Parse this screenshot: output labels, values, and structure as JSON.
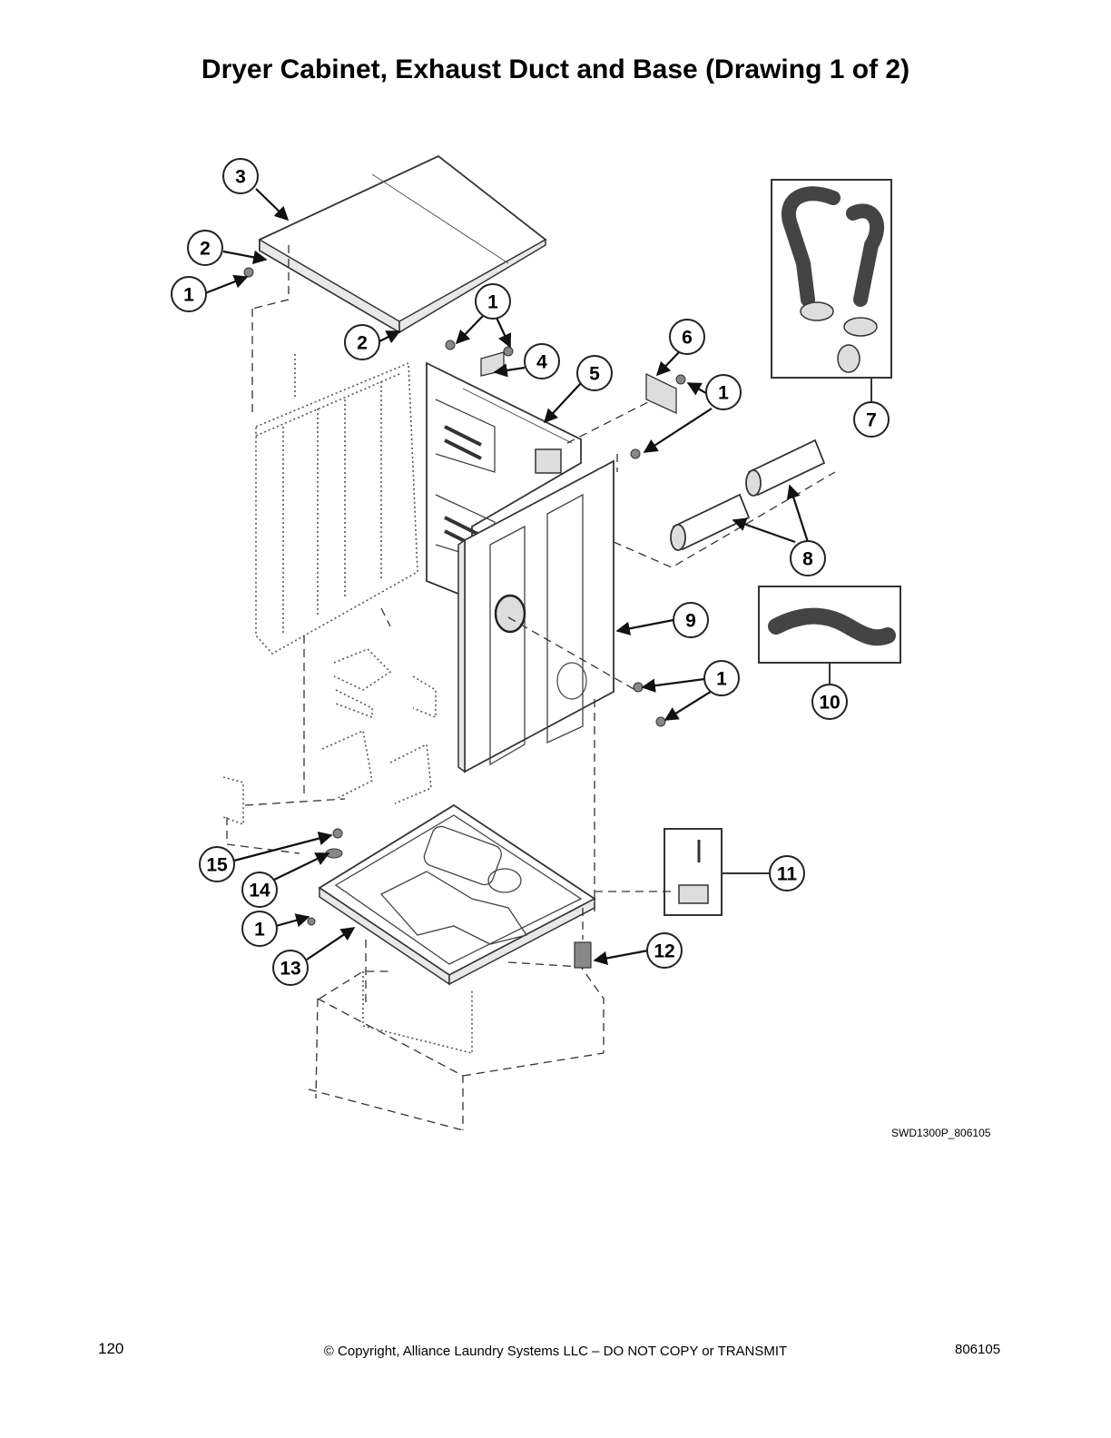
{
  "title": "Dryer Cabinet, Exhaust Duct and Base (Drawing 1 of 2)",
  "drawing_id": "SWD1300P_806105",
  "footer": {
    "page_number": "120",
    "copyright": "© Copyright, Alliance Laundry Systems LLC – DO NOT COPY or TRANSMIT",
    "document_number": "806105"
  },
  "callouts": {
    "c3": "3",
    "c2a": "2",
    "c1a": "1",
    "c2b": "2",
    "c1b": "1",
    "c4": "4",
    "c5": "5",
    "c6": "6",
    "c1c": "1",
    "c7": "7",
    "c8": "8",
    "c9": "9",
    "c1d": "1",
    "c10": "10",
    "c15": "15",
    "c14": "14",
    "c1e": "1",
    "c13": "13",
    "c11": "11",
    "c12": "12"
  }
}
